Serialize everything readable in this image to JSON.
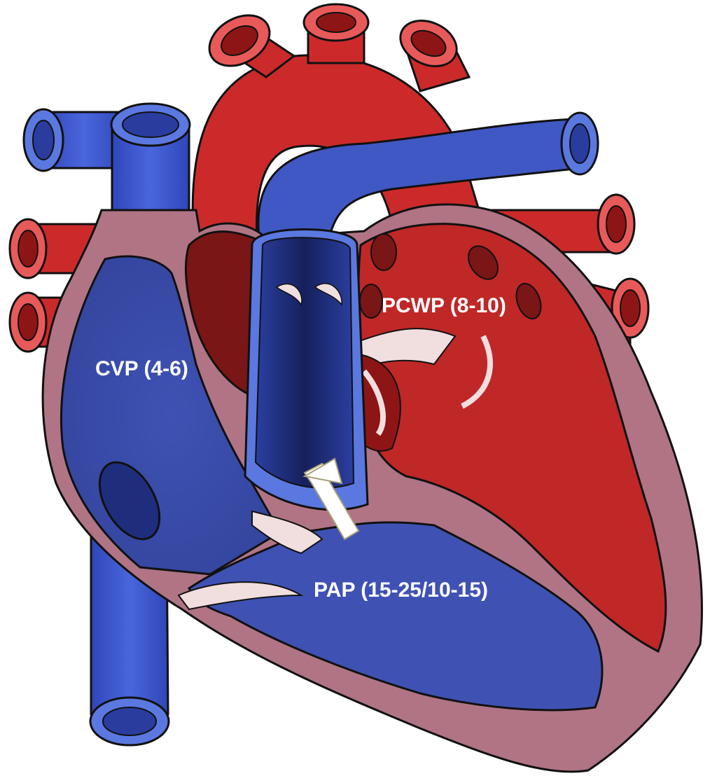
{
  "labels": {
    "cvp": "CVP (4-6)",
    "pcwp": "PCWP (8-10)",
    "pap": "PAP (15-25/10-15)"
  },
  "colors": {
    "arterial_red": "#cc2a2a",
    "arterial_light": "#e85a5a",
    "venous_blue": "#3f52b3",
    "venous_light": "#5a78e0",
    "pulmonary_artery_dark": "#17235e",
    "myocardium": "#b07485",
    "outline": "#111111",
    "valve": "#f1dede",
    "arrow": "#ffffff"
  }
}
